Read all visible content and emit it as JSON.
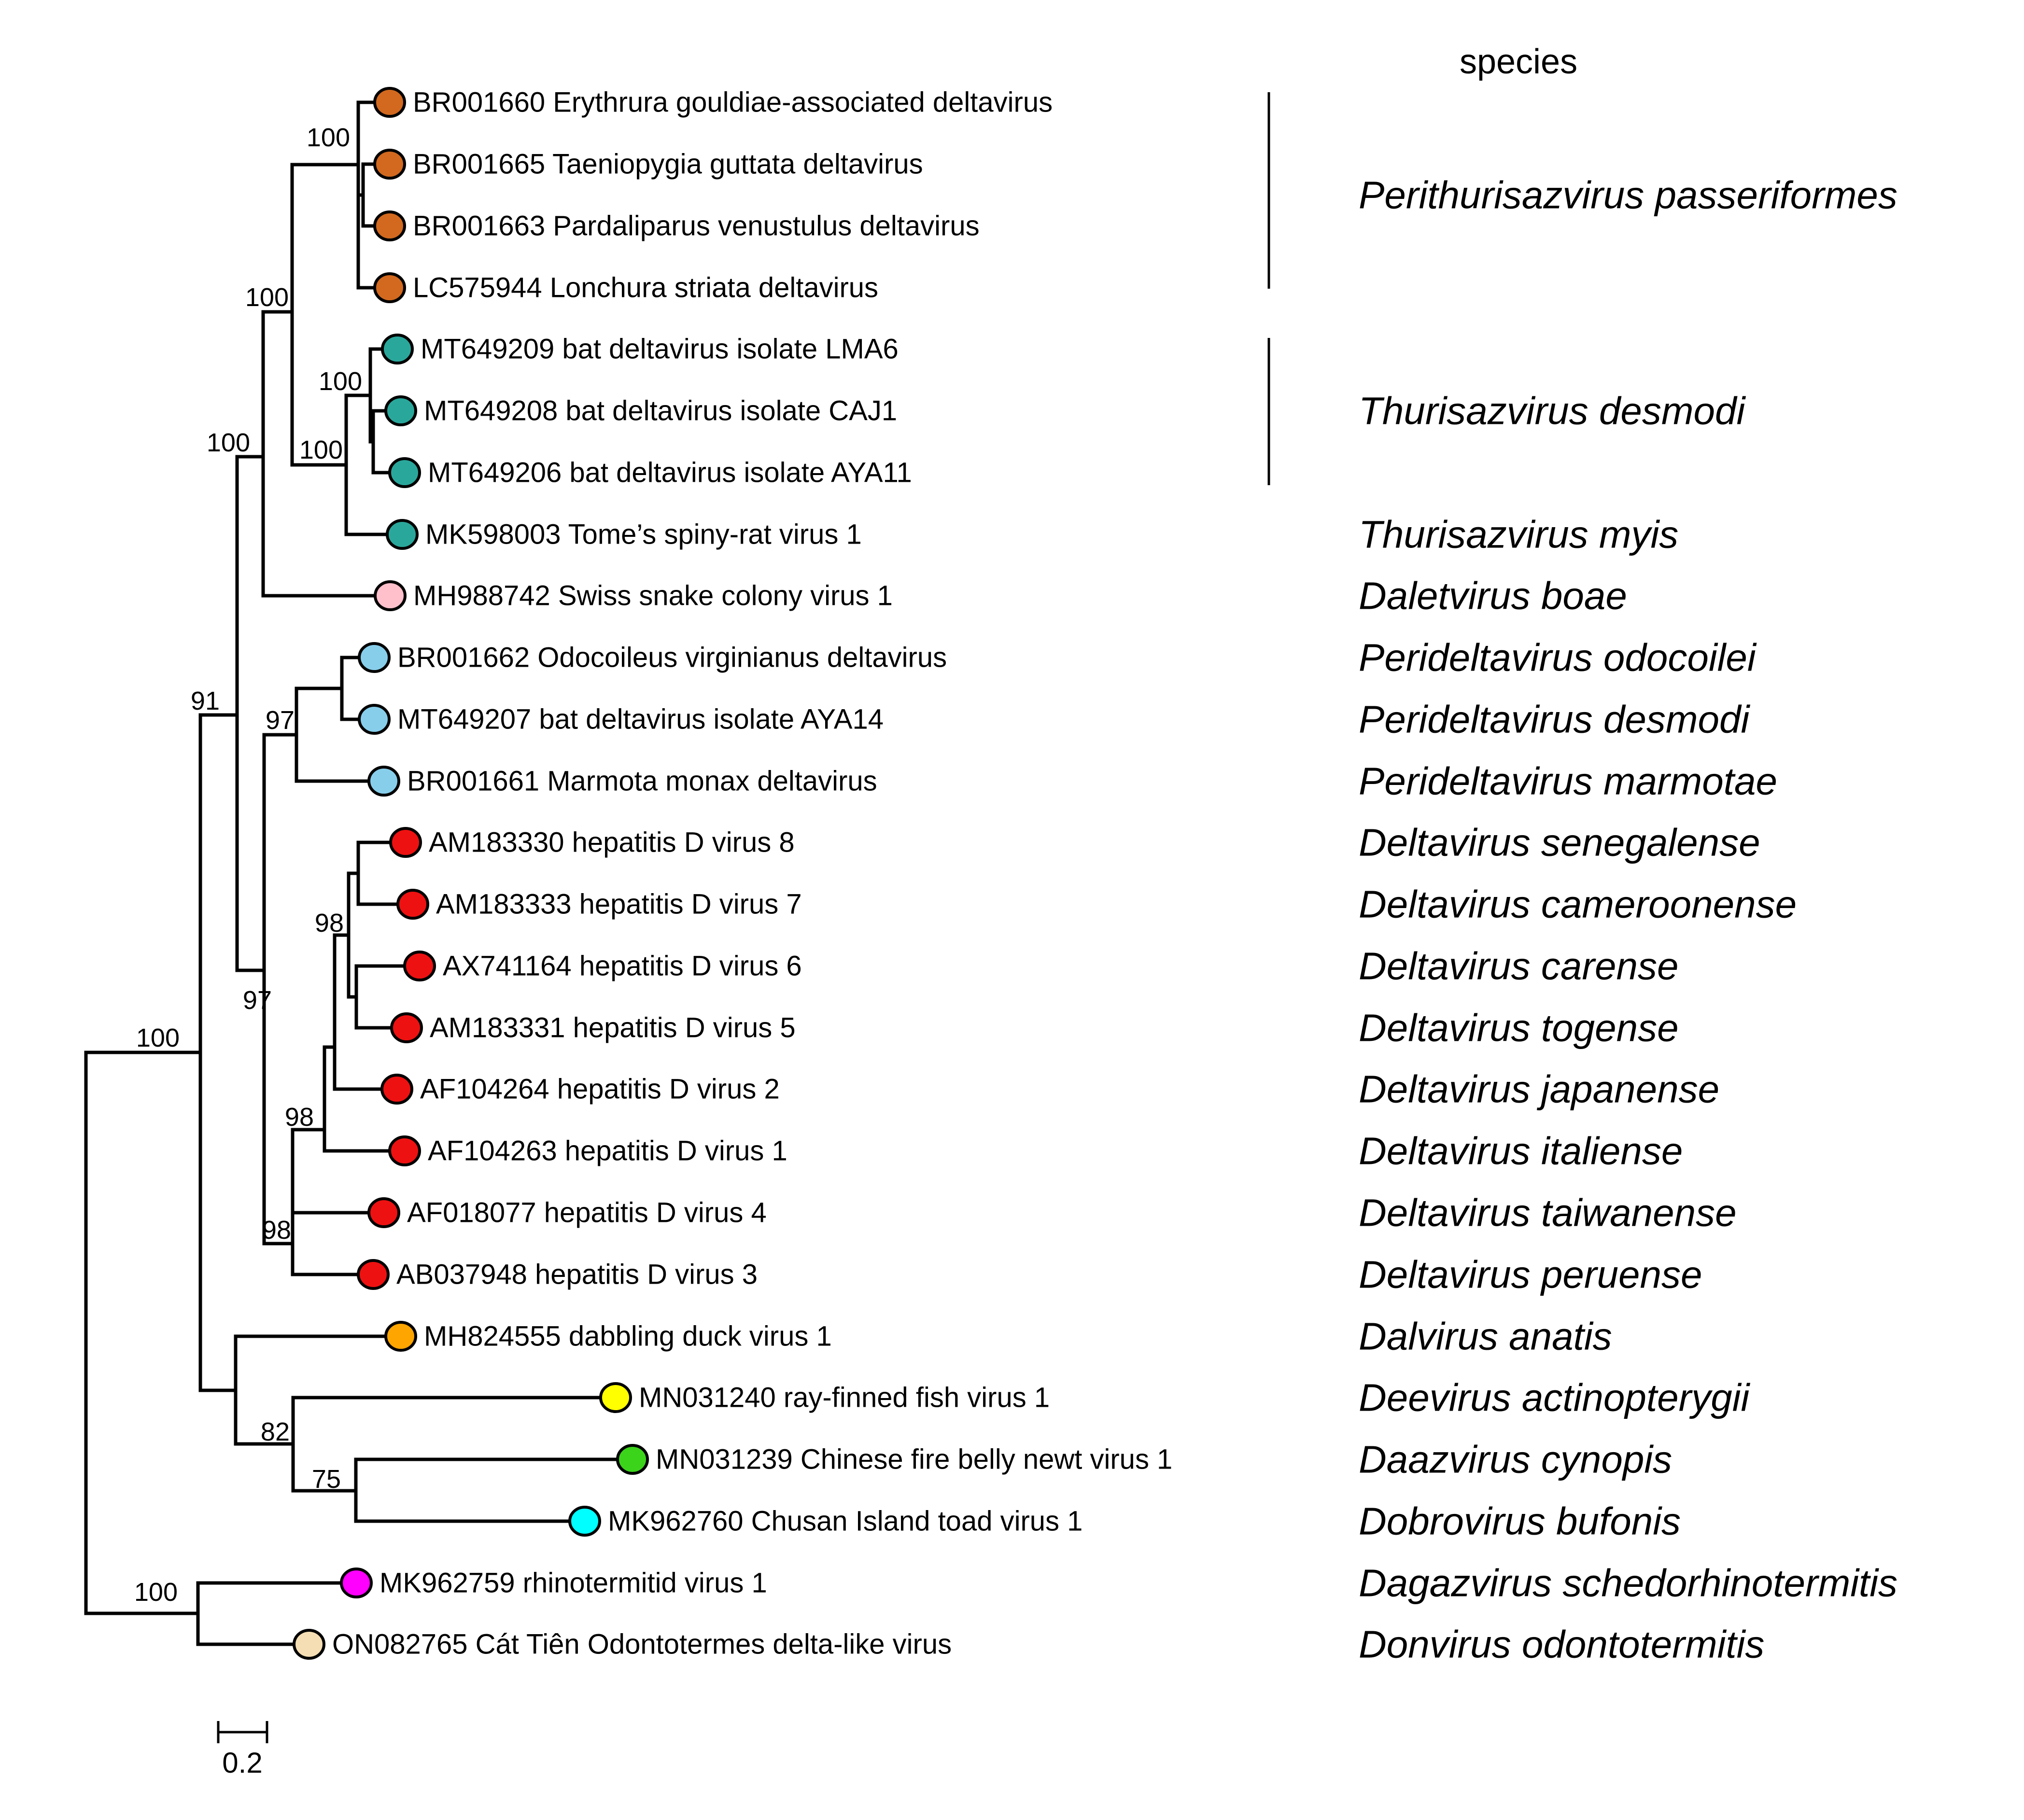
{
  "figure": {
    "header": "species",
    "scale_bar_label": "0.2",
    "type": "phylogenetic-tree",
    "line_color": "#000000",
    "background": "#ffffff"
  },
  "taxa": [
    {
      "label": "BR001660 Erythrura gouldiae-associated deltavirus",
      "color": "#d2691e"
    },
    {
      "label": "BR001665 Taeniopygia guttata deltavirus",
      "color": "#d2691e"
    },
    {
      "label": "BR001663 Pardaliparus venustulus deltavirus",
      "color": "#d2691e"
    },
    {
      "label": "LC575944 Lonchura striata deltavirus",
      "color": "#d2691e"
    },
    {
      "label": "MT649209 bat deltavirus isolate LMA6",
      "color": "#2aa79b"
    },
    {
      "label": "MT649208 bat deltavirus isolate CAJ1",
      "color": "#2aa79b"
    },
    {
      "label": "MT649206 bat deltavirus isolate AYA11",
      "color": "#2aa79b"
    },
    {
      "label": "MK598003 Tome’s spiny-rat virus 1",
      "color": "#2aa79b"
    },
    {
      "label": "MH988742 Swiss snake colony virus 1",
      "color": "#ffc0cb"
    },
    {
      "label": "BR001662 Odocoileus virginianus deltavirus",
      "color": "#87ceeb"
    },
    {
      "label": "MT649207 bat deltavirus isolate AYA14",
      "color": "#87ceeb"
    },
    {
      "label": "BR001661 Marmota monax deltavirus",
      "color": "#87ceeb"
    },
    {
      "label": "AM183330 hepatitis D virus 8",
      "color": "#ee1111"
    },
    {
      "label": "AM183333 hepatitis D virus 7",
      "color": "#ee1111"
    },
    {
      "label": "AX741164 hepatitis D virus 6",
      "color": "#ee1111"
    },
    {
      "label": "AM183331 hepatitis D virus 5",
      "color": "#ee1111"
    },
    {
      "label": "AF104264 hepatitis D virus 2",
      "color": "#ee1111"
    },
    {
      "label": "AF104263 hepatitis D virus 1",
      "color": "#ee1111"
    },
    {
      "label": "AF018077 hepatitis D virus 4",
      "color": "#ee1111"
    },
    {
      "label": "AB037948 hepatitis D virus 3",
      "color": "#ee1111"
    },
    {
      "label": "MH824555 dabbling duck virus 1",
      "color": "#ffa500"
    },
    {
      "label": "MN031240 ray-finned fish virus 1",
      "color": "#ffff00"
    },
    {
      "label": "MN031239 Chinese fire belly newt virus 1",
      "color": "#3bd41b"
    },
    {
      "label": "MK962760 Chusan Island toad virus 1",
      "color": "#00ffff"
    },
    {
      "label": "MK962759 rhinotermitid virus 1",
      "color": "#ff00ff"
    },
    {
      "label": "ON082765 Cát Tiên Odontotermes delta-like virus",
      "color": "#f5deb3"
    }
  ],
  "species": [
    "Perithurisazvirus passeriformes",
    "Thurisazvirus desmodi",
    "Thurisazvirus myis",
    "Daletvirus boae",
    "Perideltavirus odocoilei",
    "Perideltavirus desmodi",
    "Perideltavirus marmotae",
    "Deltavirus senegalense",
    "Deltavirus cameroonense",
    "Deltavirus carense",
    "Deltavirus togense",
    "Deltavirus japanense",
    "Deltavirus italiense",
    "Deltavirus taiwanense",
    "Deltavirus peruense",
    "Dalvirus anatis",
    "Deevirus actinopterygii",
    "Daazvirus cynopis",
    "Dobrovirus bufonis",
    "Dagazvirus schedorhinotermitis",
    "Donvirus odontotermitis"
  ],
  "bootstraps": [
    "100",
    "100",
    "100",
    "100",
    "100",
    "91",
    "97",
    "97",
    "98",
    "98",
    "98",
    "82",
    "75",
    "100",
    "100"
  ]
}
